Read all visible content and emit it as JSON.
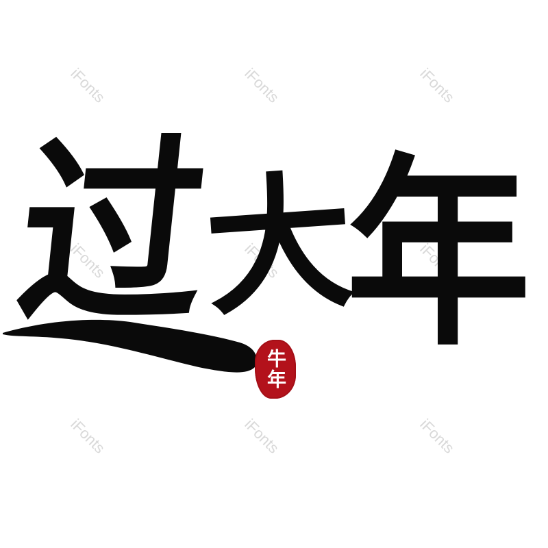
{
  "artwork": {
    "title": "过大年",
    "glyphs": [
      "过",
      "大",
      "年"
    ],
    "ink_color": "#0a0a0a",
    "background_color": "#ffffff"
  },
  "seal": {
    "text": "牛年",
    "color": "#b3121b",
    "text_color": "#ffffff"
  },
  "watermark": {
    "text": "iFonts",
    "color": "#d9d9d9"
  }
}
